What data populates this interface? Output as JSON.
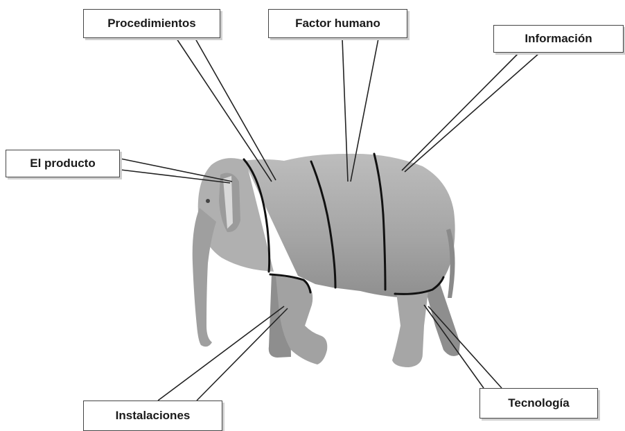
{
  "labels": {
    "procedimientos": "Procedimientos",
    "factor_humano": "Factor humano",
    "informacion": "Información",
    "el_producto": "El producto",
    "instalaciones": "Instalaciones",
    "tecnologia": "Tecnología"
  },
  "colors": {
    "elephant_body": "#a9a9a9",
    "elephant_shadow": "#8a8a8a",
    "division_line": "#111111",
    "leader_line": "#222222",
    "box_border": "#444444",
    "text": "#1a1a1a"
  }
}
